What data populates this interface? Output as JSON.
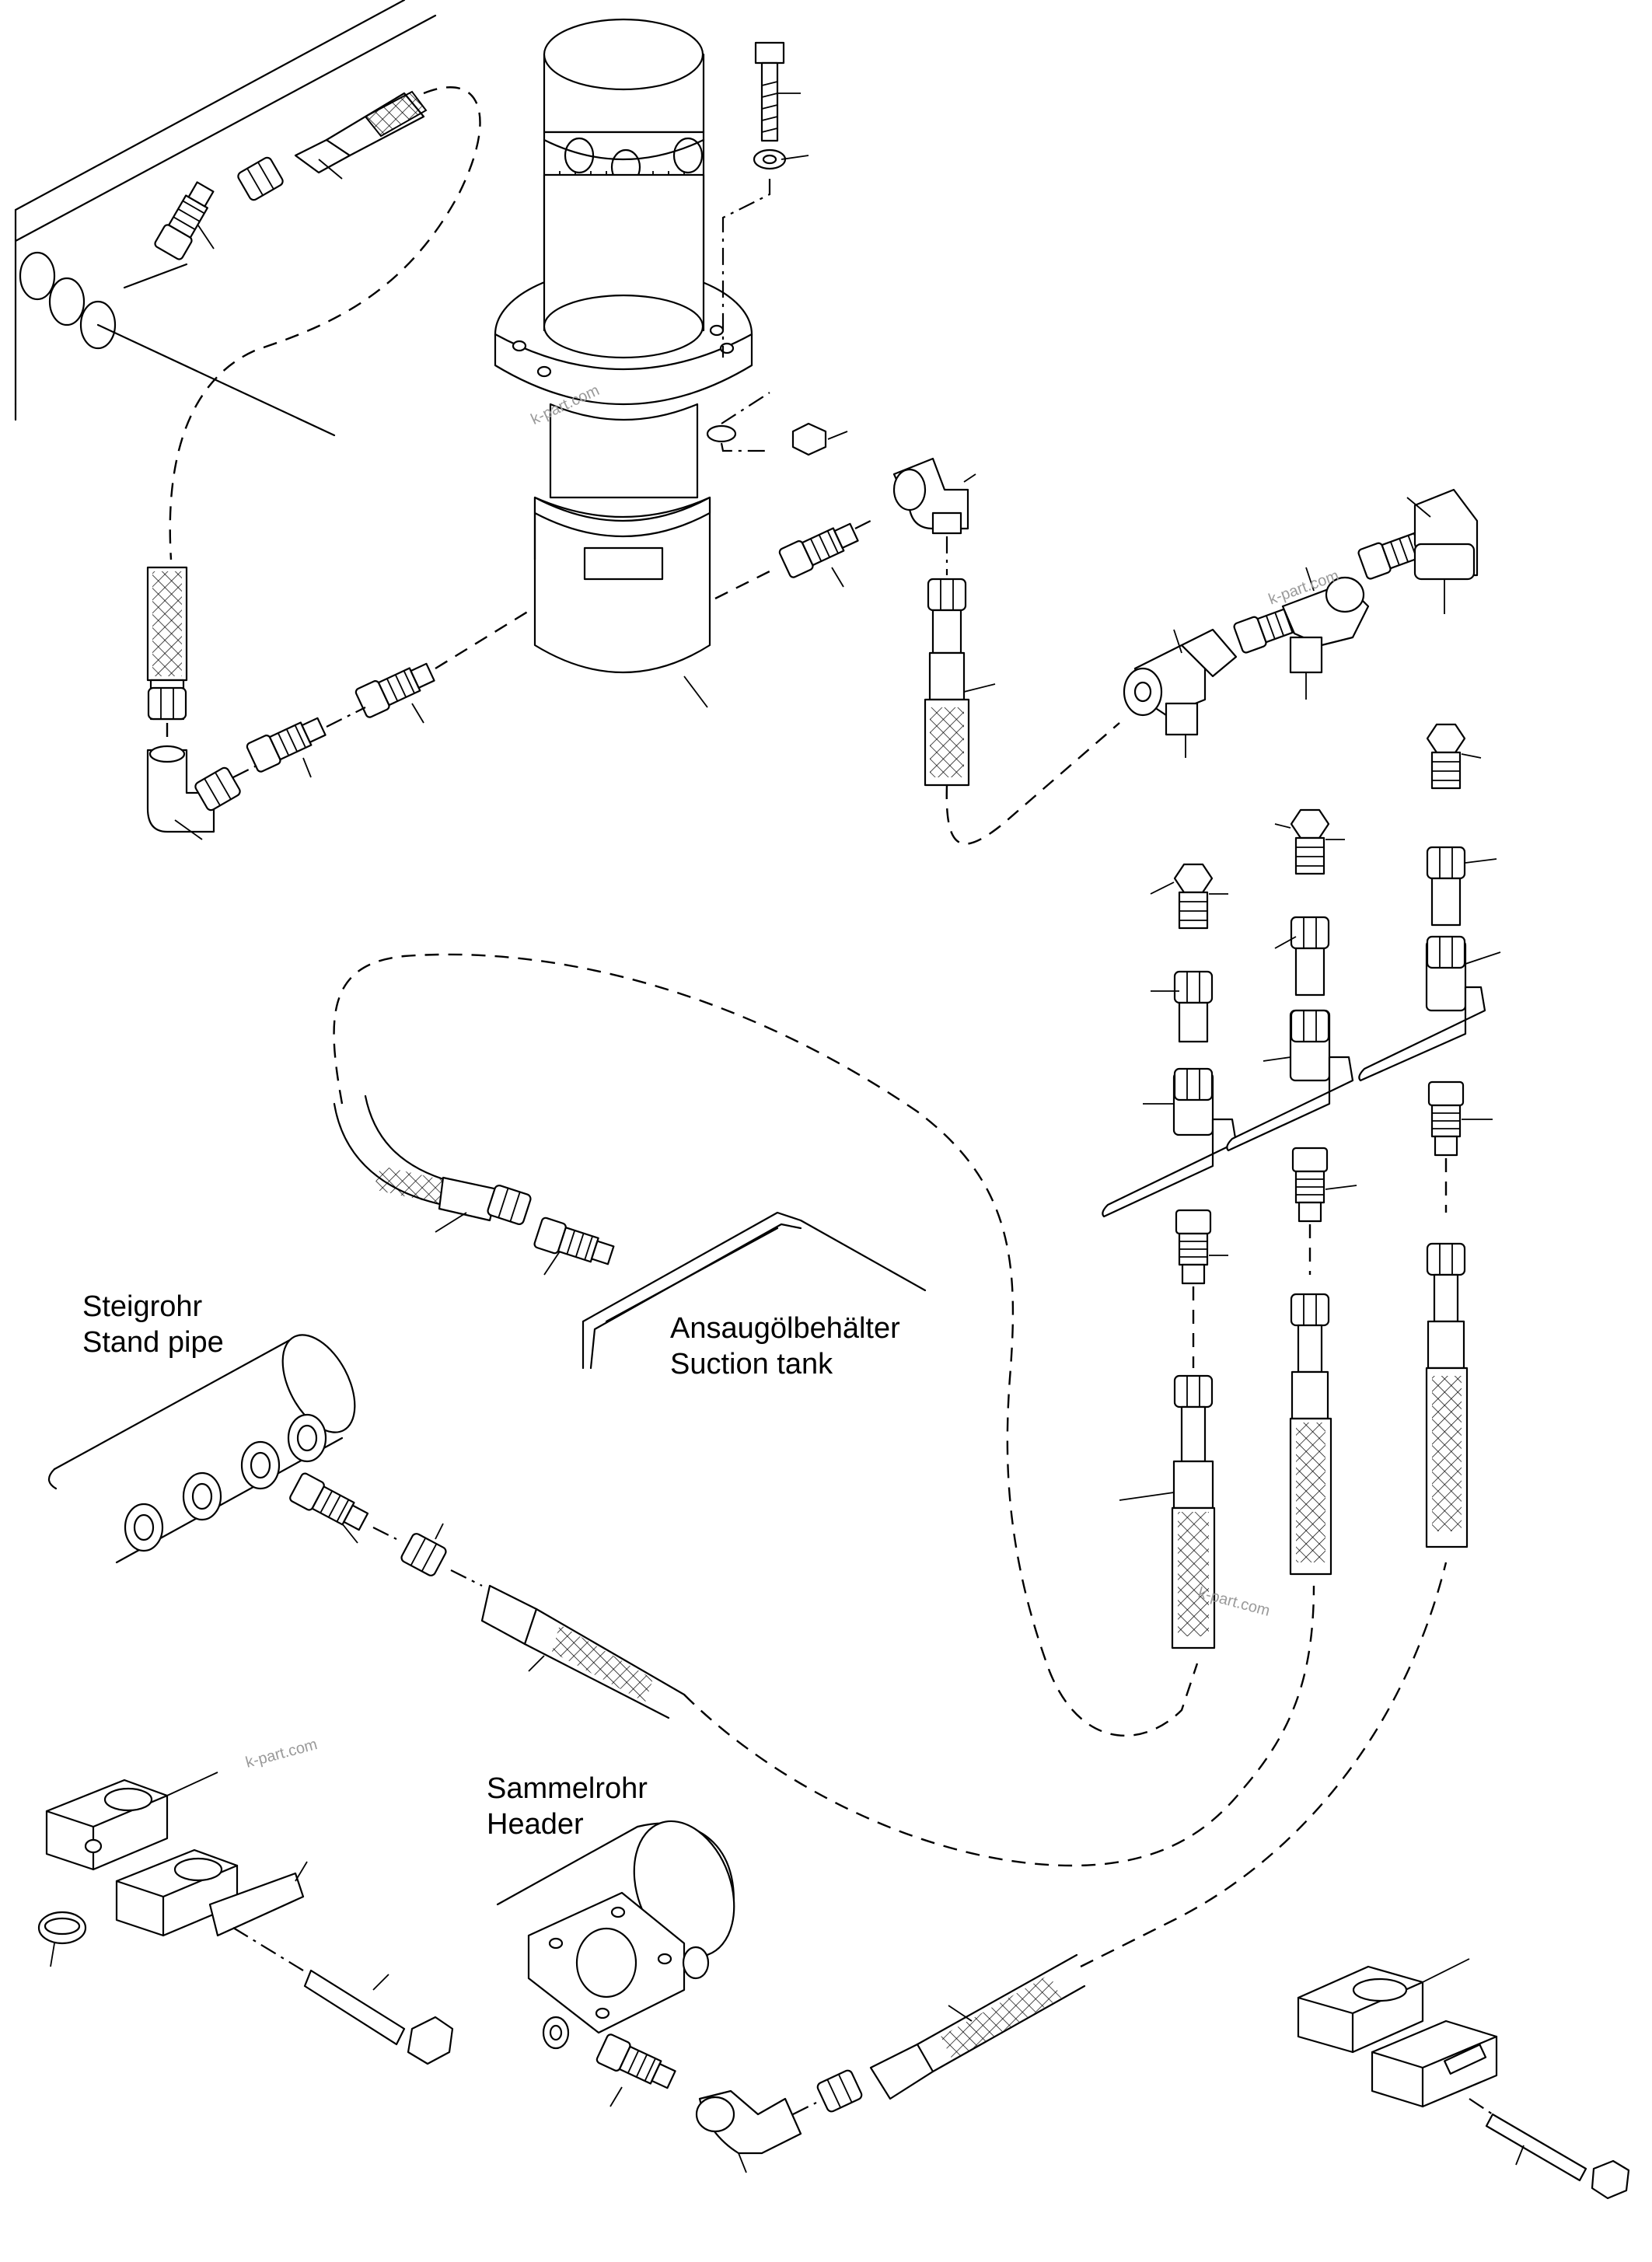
{
  "labels": {
    "stand_pipe_de": "Steigrohr",
    "stand_pipe_en": "Stand pipe",
    "suction_tank_de": "Ansaugölbehälter",
    "suction_tank_en": "Suction tank",
    "header_de": "Sammelrohr",
    "header_en": "Header"
  },
  "watermark": "k-part.com",
  "colors": {
    "line": "#000000",
    "background": "#ffffff",
    "watermark": "#9a9a9a"
  }
}
